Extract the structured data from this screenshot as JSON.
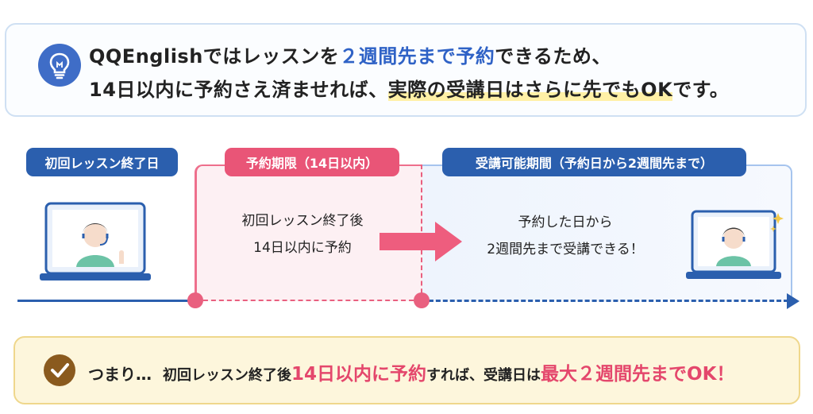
{
  "header": {
    "line1_a": "QQEnglishではレッスンを",
    "line1_b": "２週間先まで予約",
    "line1_c": "できるため、",
    "line2_a": "14日以内に予約さえ済ませれば、",
    "line2_b": "実際の受講日はさらに先でもOK",
    "line2_c": "です。",
    "icon": "lightbulb-icon"
  },
  "timeline": {
    "label_first": "初回レッスン終了日",
    "label_limit": "予約期限（14日以内）",
    "label_period": "受講可能期間（予約日から2週間先まで）",
    "pink_line1": "初回レッスン終了後",
    "pink_line2": "14日以内に予約",
    "blue_line1": "予約した日から",
    "blue_line2": "2週間先まで受講できる！"
  },
  "summary": {
    "lead": "つまり…",
    "part1": "初回レッスン終了後",
    "part2": "14日以内に予約",
    "part3": "すれば、受講日は",
    "part4": "最大２週間先までOK！",
    "icon": "check-icon"
  },
  "colors": {
    "navy": "#2b5fae",
    "pink": "#e95577",
    "highlight_blue": "#2f62c6",
    "highlight_pink": "#e4476c",
    "summary_bg": "#fdf6dc"
  }
}
